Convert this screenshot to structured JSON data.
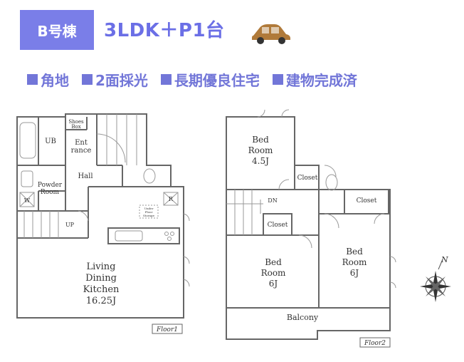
{
  "header": {
    "building": "B号棟",
    "layout": "3LDK＋P1台",
    "car_color": "#b07a3a",
    "accent": "#7a7ee8"
  },
  "features": [
    "角地",
    "2面採光",
    "長期優良住宅",
    "建物完成済"
  ],
  "floor1": {
    "label": "Floor1",
    "rooms": {
      "ub": "UB",
      "shoes": [
        "Shoes",
        "Box"
      ],
      "entrance": [
        "Ent",
        "rance"
      ],
      "hall": "Hall",
      "powder": [
        "Powder",
        "Room"
      ],
      "w": "W",
      "r": "R",
      "up": "UP",
      "storage": [
        "Under",
        "Floor",
        "Storage"
      ],
      "ldk": [
        "Living",
        "Dining",
        "Kitchen",
        "16.25J"
      ]
    }
  },
  "floor2": {
    "label": "Floor2",
    "rooms": {
      "bed1": [
        "Bed",
        "Room",
        "4.5J"
      ],
      "closet1": "Closet",
      "closet2": "Closet",
      "closet3": "Closet",
      "dn": "DN",
      "bed2": [
        "Bed",
        "Room",
        "6J"
      ],
      "bed3": [
        "Bed",
        "Room",
        "6J"
      ],
      "balcony": "Balcony"
    }
  },
  "compass": {
    "north": "N"
  }
}
